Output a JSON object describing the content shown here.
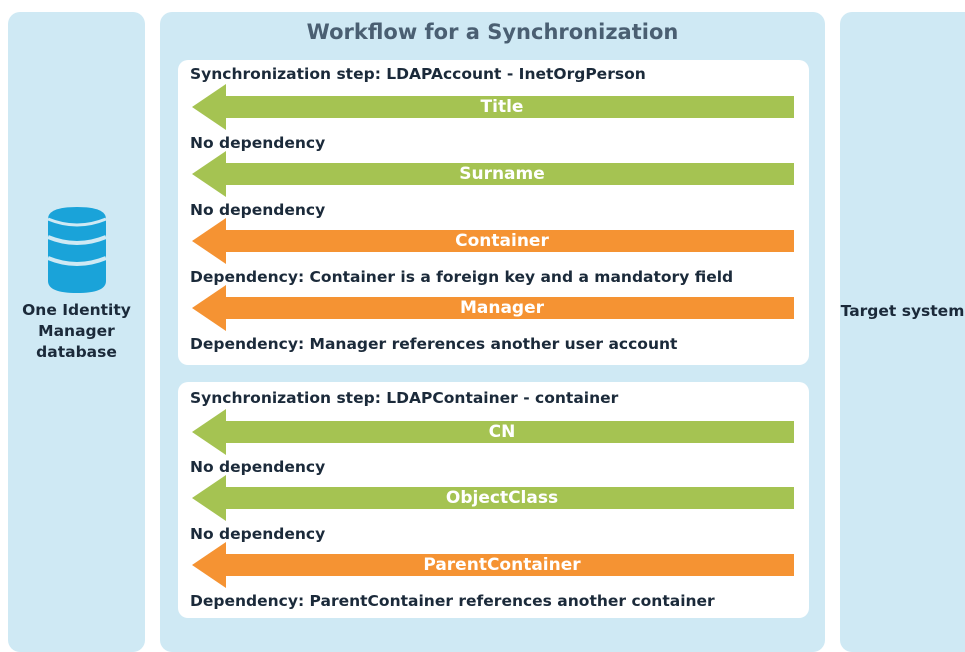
{
  "left_panel": {
    "label": "One Identity Manager database",
    "icon": "database-icon"
  },
  "right_panel": {
    "label": "Target system"
  },
  "workflow": {
    "title": "Workflow for a Synchronization",
    "steps": [
      {
        "title": "Synchronization step: LDAPAccount - InetOrgPerson",
        "properties": [
          {
            "label": "Title",
            "dependency": "No dependency",
            "color": "#a5c352"
          },
          {
            "label": "Surname",
            "dependency": "No dependency",
            "color": "#a5c352"
          },
          {
            "label": "Container",
            "dependency": "Dependency: Container is a foreign key and a mandatory field",
            "color": "#f59333"
          },
          {
            "label": "Manager",
            "dependency": "Dependency: Manager references another user account",
            "color": "#f59333"
          }
        ]
      },
      {
        "title": "Synchronization step: LDAPContainer - container",
        "properties": [
          {
            "label": "CN",
            "dependency": "No dependency",
            "color": "#a5c352"
          },
          {
            "label": "ObjectClass",
            "dependency": "No dependency",
            "color": "#a5c352"
          },
          {
            "label": "ParentContainer",
            "dependency": "Dependency: ParentContainer references another container",
            "color": "#f59333"
          }
        ]
      }
    ]
  },
  "colors": {
    "panel": "#cfe9f4",
    "no_dependency": "#a5c352",
    "dependency": "#f59333",
    "database": "#1aa3d9"
  }
}
